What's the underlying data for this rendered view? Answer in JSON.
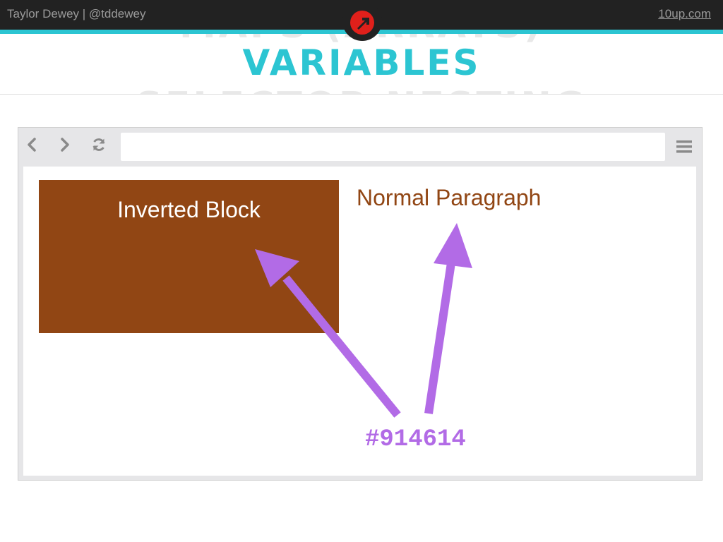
{
  "header": {
    "author": "Taylor Dewey | @tddewey",
    "site_link": "10up.com",
    "accent_color": "#2cc5d2",
    "logo_icon": "10up-logo-icon"
  },
  "slide": {
    "title": "VARIABLES",
    "ghost_title_above": "MAPS (ARRAYS)",
    "ghost_title_below": "SELECTOR NESTING"
  },
  "browser": {
    "back_icon": "chevron-left-icon",
    "forward_icon": "chevron-right-icon",
    "reload_icon": "reload-icon",
    "address_value": "",
    "menu_icon": "hamburger-menu-icon",
    "content": {
      "inverted_block_label": "Inverted Block",
      "normal_paragraph": "Normal Paragraph",
      "brand_color": "#914614"
    }
  },
  "annotation": {
    "hex_code": "#914614",
    "arrow_color": "#b26be6"
  }
}
